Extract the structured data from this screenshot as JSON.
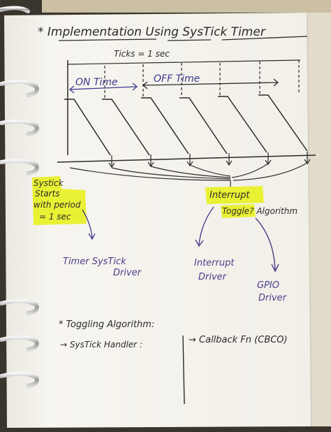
{
  "title": "* Implementation Using SysTick Timer",
  "ticks_label": "Ticks = 1 sec",
  "on_time_label": "ON Time",
  "off_time_label": "OFF Time",
  "systick_note": [
    "Systick",
    "Starts",
    "with period",
    "= 1 sec"
  ],
  "interrupt_label": "Interrupt",
  "toggle_label": "Toggle? Algorithm",
  "timer_driver_label": [
    "Timer SysTick",
    "Driver"
  ],
  "interrupt_driver_label": [
    "Interrupt",
    "Driver"
  ],
  "gpio_driver_label": [
    "GPIO",
    "Driver"
  ],
  "toggling_title": "* Toggling Algorithm:",
  "handler_label": "→ SysTick Handler :",
  "callback_label": "→ Callback Fn (CBCO)",
  "colors": {
    "ink": "#2c2a28",
    "blue_ink": "#3b3a8c",
    "purple_ink": "#4a3d8a",
    "highlight": "#e8f02a",
    "paper": "#f6f4ee",
    "background": "#3a352c"
  }
}
